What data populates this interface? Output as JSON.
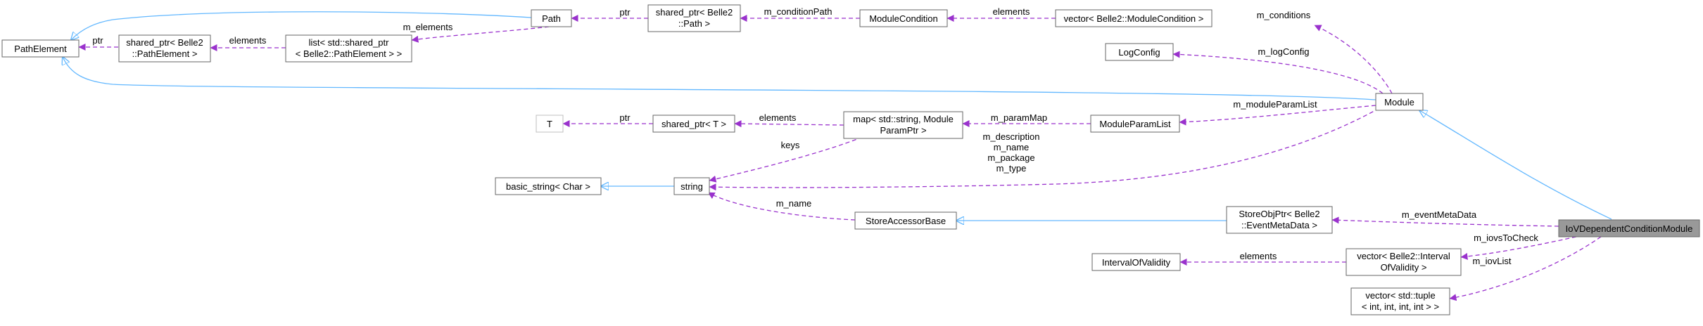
{
  "colors": {
    "inherit_edge": "#63b8ff",
    "member_edge": "#9a32cd",
    "focus_fill": "#999999",
    "node_border": "#666666"
  },
  "nodes": {
    "path_element": [
      "PathElement"
    ],
    "shared_ptr_pathelement": [
      "shared_ptr< Belle2",
      "::PathElement >"
    ],
    "list_shared_ptr": [
      "list< std::shared_ptr",
      "< Belle2::PathElement > >"
    ],
    "path": [
      "Path"
    ],
    "shared_ptr_path": [
      "shared_ptr< Belle2",
      "::Path >"
    ],
    "module_condition": [
      "ModuleCondition"
    ],
    "vector_module_condition": [
      "vector< Belle2::ModuleCondition >"
    ],
    "log_config": [
      "LogConfig"
    ],
    "module": [
      "Module"
    ],
    "t": [
      "T"
    ],
    "shared_ptr_t": [
      "shared_ptr< T >"
    ],
    "map_string_param": [
      "map< std::string, Module",
      "ParamPtr >"
    ],
    "module_param_list": [
      "ModuleParamList"
    ],
    "basic_string": [
      "basic_string< Char >"
    ],
    "string": [
      "string"
    ],
    "store_accessor_base": [
      "StoreAccessorBase"
    ],
    "store_obj_ptr": [
      "StoreObjPtr< Belle2",
      "::EventMetaData >"
    ],
    "iov_dependent_condition_module": [
      "IoVDependentConditionModule"
    ],
    "interval_of_validity": [
      "IntervalOfValidity"
    ],
    "vector_interval": [
      "vector< Belle2::Interval",
      "OfValidity >"
    ],
    "vector_tuple": [
      "vector< std::tuple",
      "< int, int, int, int > >"
    ]
  },
  "edge_labels": {
    "ptr_pathelement": "ptr",
    "elements_list": "elements",
    "m_elements": "m_elements",
    "ptr_path": "ptr",
    "m_condition_path": "m_conditionPath",
    "elements_condition": "elements",
    "m_conditions": "m_conditions",
    "m_log_config": "m_logConfig",
    "ptr_t": "ptr",
    "elements_map": "elements",
    "m_param_map": "m_paramMap",
    "m_module_param_list": "m_moduleParamList",
    "keys": "keys",
    "module_strings": [
      "m_description",
      "m_name",
      "m_package",
      "m_type"
    ],
    "m_name": "m_name",
    "m_event_meta_data": "m_eventMetaData",
    "m_iovs_to_check": "m_iovsToCheck",
    "elements_interval": "elements",
    "m_iov_list": "m_iovList"
  }
}
